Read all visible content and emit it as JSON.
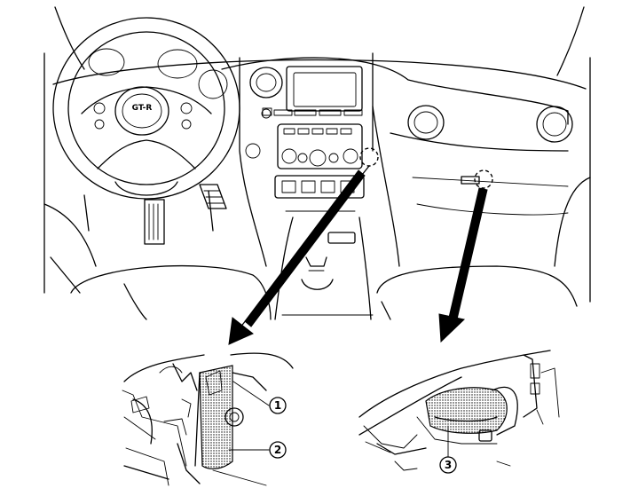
{
  "callouts": [
    {
      "id": "1",
      "label": "①"
    },
    {
      "id": "2",
      "label": "②"
    },
    {
      "id": "3",
      "label": "③"
    }
  ],
  "logo": {
    "text": "GT-R"
  }
}
